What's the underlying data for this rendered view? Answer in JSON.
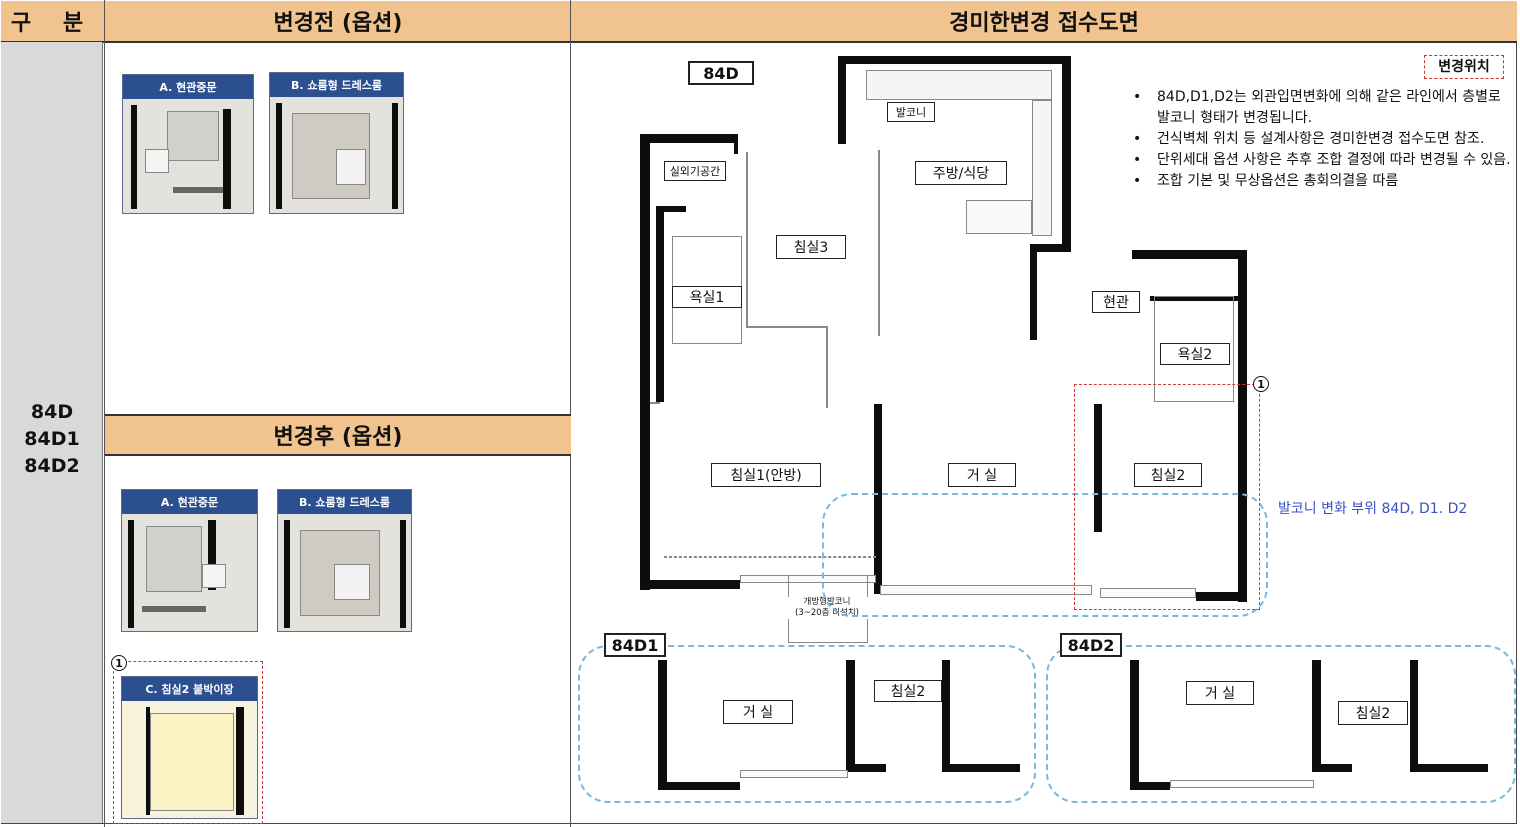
{
  "headers": {
    "category": "구 분",
    "before": "변경전 (옵션)",
    "after": "변경후 (옵션)",
    "plan": "경미한변경 접수도면"
  },
  "unit_types": [
    "84D",
    "84D1",
    "84D2"
  ],
  "before_options": [
    {
      "label": "A. 현관중문"
    },
    {
      "label": "B. 쇼룸형 드레스룸"
    }
  ],
  "after_options": [
    {
      "label": "A. 현관중문"
    },
    {
      "label": "B. 쇼룸형 드레스룸"
    },
    {
      "label": "C. 침실2 붙박이장",
      "marker": "1"
    }
  ],
  "plan": {
    "type_tag": "84D",
    "location_tag": "변경위치",
    "rooms": {
      "balcony_top": "발코니",
      "outdoor_unit": "실외기공간",
      "kitchen": "주방/식당",
      "bedroom3": "침실3",
      "bath1": "욕실1",
      "entrance": "현관",
      "bath2": "욕실2",
      "bedroom1": "침실1(안방)",
      "living": "거 실",
      "bedroom2": "침실2"
    },
    "open_balcony_note": "개방형발코니\n(3~20층 미설치)",
    "change_marker": "1",
    "balcony_change_label": "발코니 변화 부위 84D, D1. D2",
    "notes": [
      "84D,D1,D2는 외관입면변화에 의해 같은 라인에서 층별로 발코니 형태가 변경됩니다.",
      "건식벽체 위치 등 설계사항은 경미한변경 접수도면 참조.",
      "단위세대 옵션 사항은 추후 조합 결정에 따라 변경될 수 있음.",
      "조합 기본 및 무상옵션은 총회의결을 따름"
    ]
  },
  "variants": [
    {
      "tag": "84D1",
      "living": "거 실",
      "bedroom": "침실2"
    },
    {
      "tag": "84D2",
      "living": "거 실",
      "bedroom": "침실2"
    }
  ]
}
